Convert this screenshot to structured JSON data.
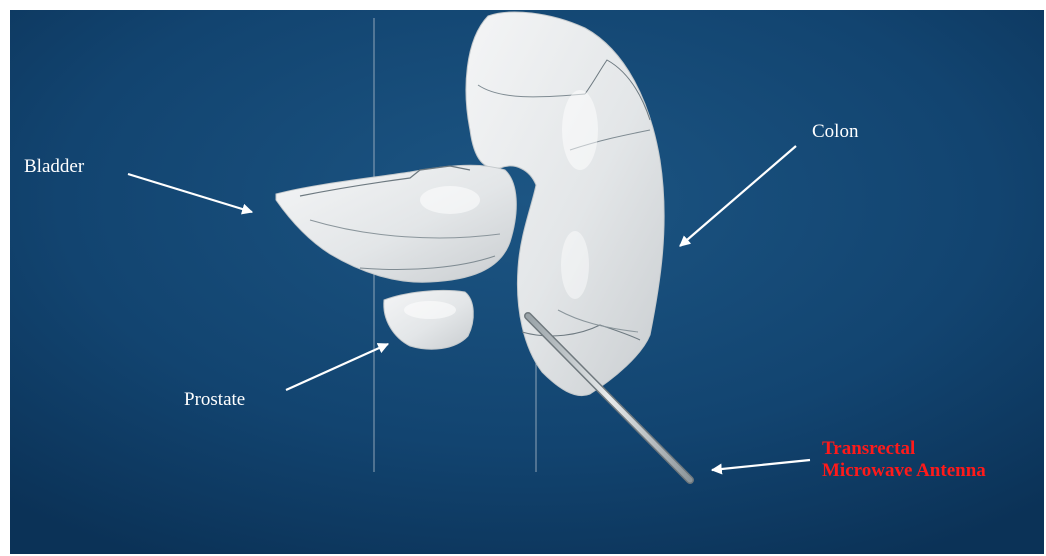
{
  "diagram": {
    "labels": {
      "bladder": "Bladder",
      "colon": "Colon",
      "prostate": "Prostate",
      "antenna_line1": "Transrectal",
      "antenna_line2": "Microwave Antenna"
    },
    "colors": {
      "background_top": "#113f66",
      "background_bottom": "#0d3559",
      "organ": "#e9eced",
      "label_text": "#ffffff",
      "antenna_label": "#ff1a1a"
    }
  }
}
